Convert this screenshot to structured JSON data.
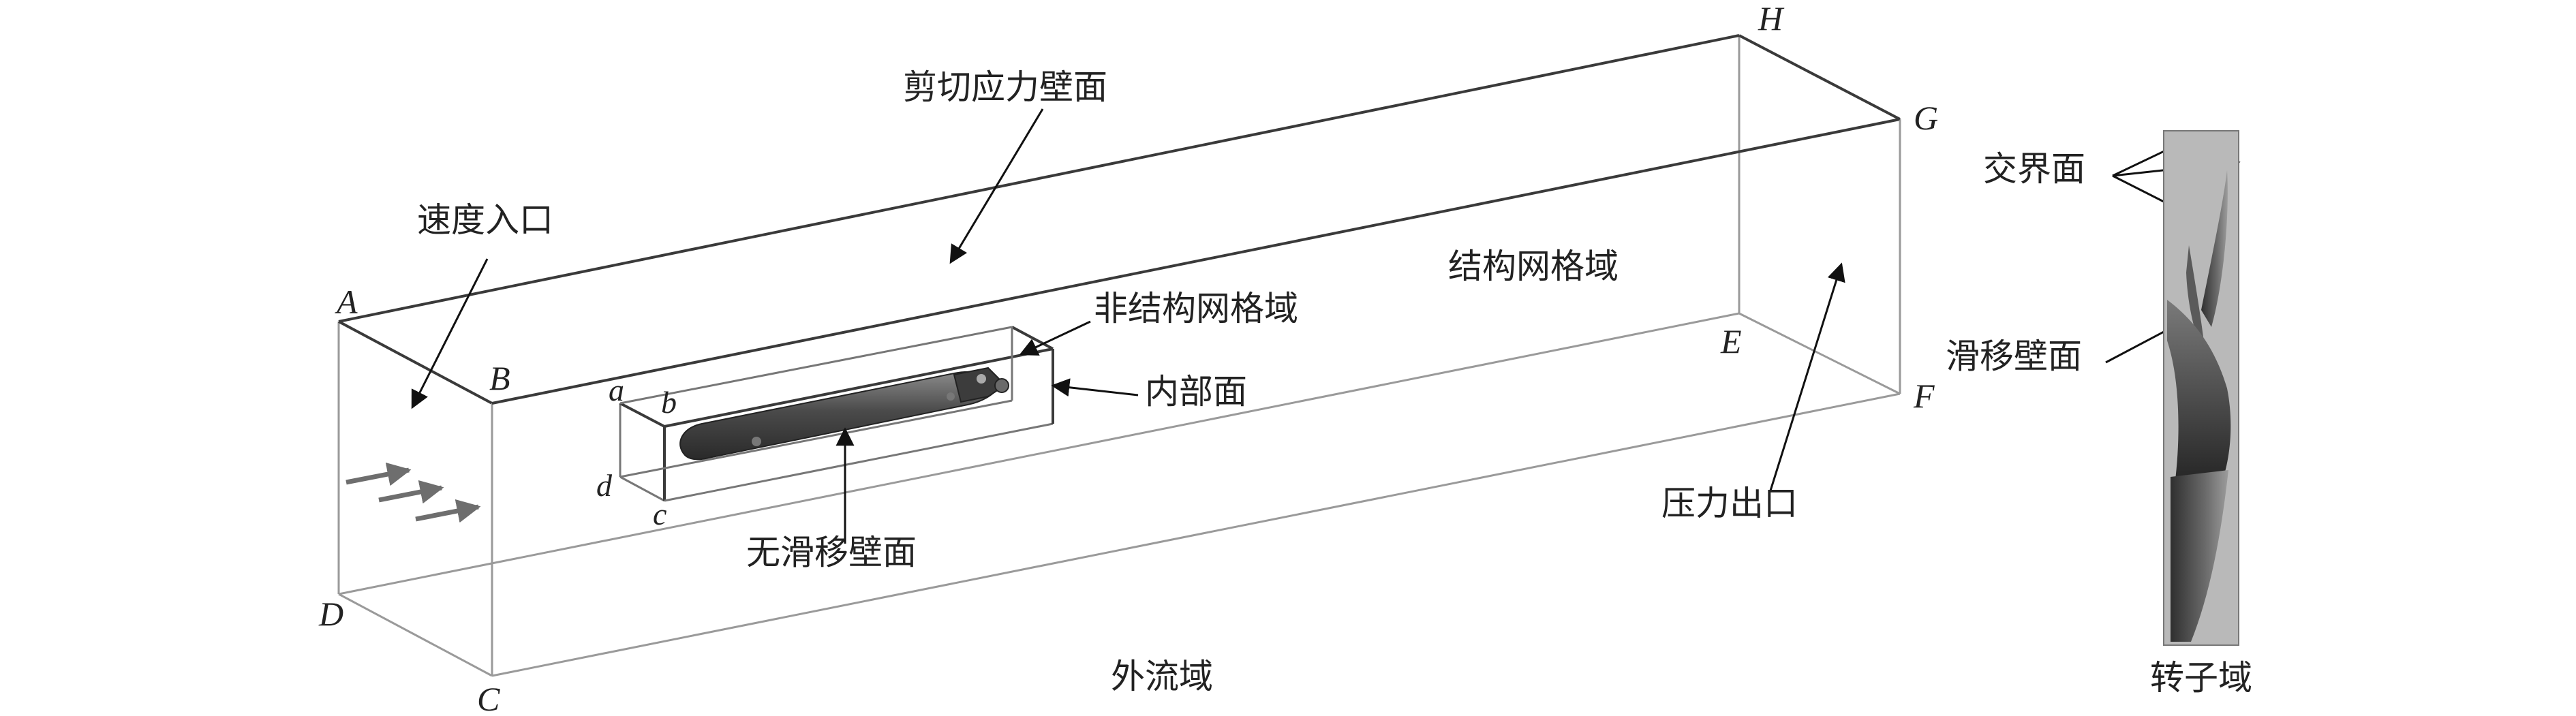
{
  "labels": {
    "shear_wall": "剪切应力壁面",
    "velocity_inlet": "速度入口",
    "structured_mesh": "结构网格域",
    "unstructured_mesh": "非结构网格域",
    "interior_face": "内部面",
    "no_slip_wall": "无滑移壁面",
    "pressure_outlet": "压力出口",
    "outer_domain": "外流域",
    "interface": "交界面",
    "sliding_wall": "滑移壁面",
    "rotor_domain": "转子域"
  },
  "vertices": {
    "A": "A",
    "B": "B",
    "C": "C",
    "D": "D",
    "E": "E",
    "F": "F",
    "G": "G",
    "H": "H",
    "a": "a",
    "b": "b",
    "c": "c",
    "d": "d"
  },
  "colors": {
    "edge_dark": "#3a3a3a",
    "edge_light": "#9a9a9a",
    "body_fill": "#4a4a4a",
    "rotor_panel": "#b9b9b9",
    "inflow_arrow": "#6e6e6e"
  }
}
